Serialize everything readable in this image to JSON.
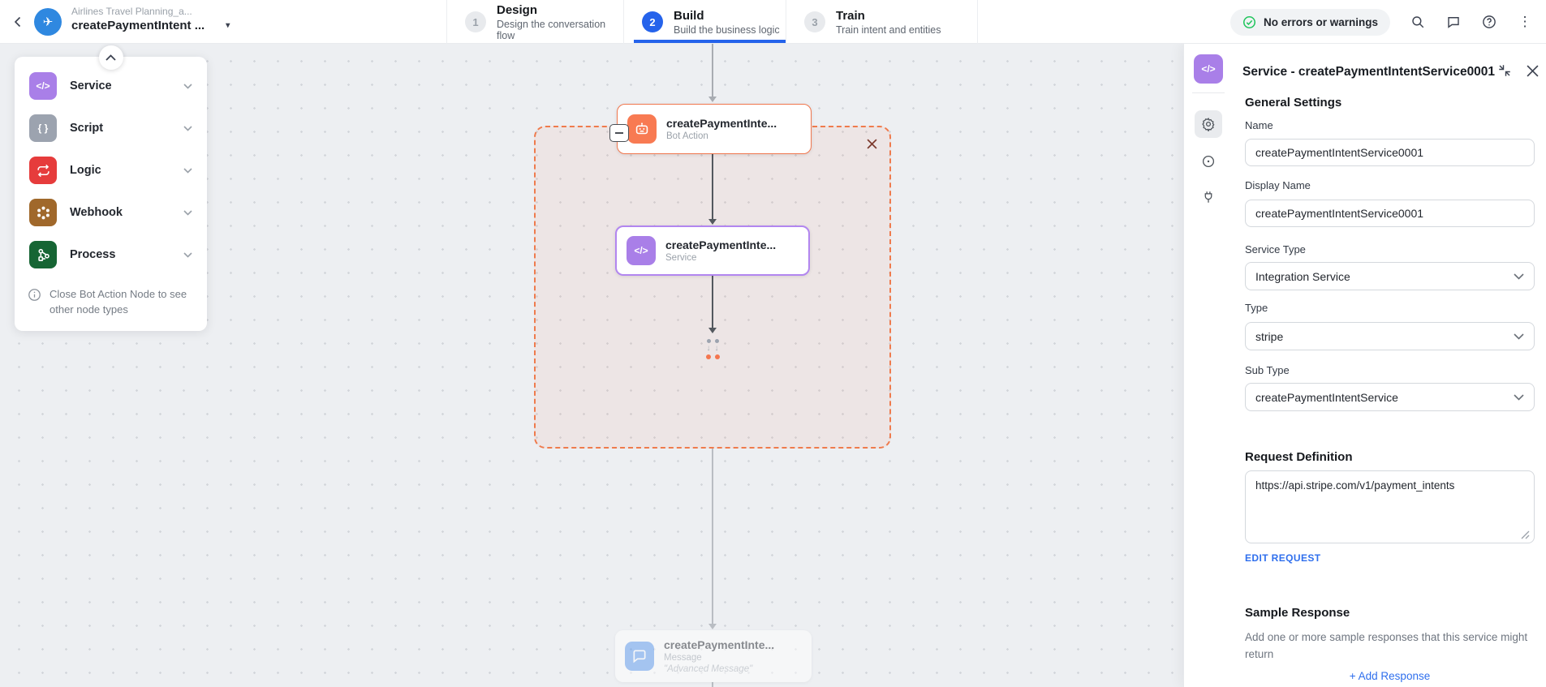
{
  "topbar": {
    "project_name": "Airlines Travel Planning_a...",
    "task_name": "createPaymentIntent ...",
    "tabs": [
      {
        "num": "1",
        "label": "Design",
        "desc": "Design the conversation flow"
      },
      {
        "num": "2",
        "label": "Build",
        "desc": "Build the business logic"
      },
      {
        "num": "3",
        "label": "Train",
        "desc": "Train intent and entities"
      }
    ],
    "active_tab": "Build",
    "status_badge": "No errors or warnings"
  },
  "palette": {
    "items": [
      {
        "label": "Service",
        "glyph": "</>",
        "color": "#a97fe8"
      },
      {
        "label": "Script",
        "glyph": "{ }",
        "color": "#9ca3af"
      },
      {
        "label": "Logic",
        "color": "#e63c3c"
      },
      {
        "label": "Webhook",
        "color": "#a0682b"
      },
      {
        "label": "Process",
        "color": "#166534"
      }
    ],
    "note": "Close Bot Action Node to see other node types"
  },
  "canvas": {
    "bot_action_node": {
      "title": "createPaymentInte...",
      "subtitle": "Bot Action"
    },
    "service_node": {
      "title": "createPaymentInte...",
      "subtitle": "Service"
    },
    "message_node": {
      "title": "createPaymentInte...",
      "subtitle": "Message",
      "quote": "\"Advanced Message\""
    }
  },
  "panel": {
    "title": "Service - createPaymentIntentService0001",
    "general_heading": "General Settings",
    "name_label": "Name",
    "name_value": "createPaymentIntentService0001",
    "display_name_label": "Display Name",
    "display_name_value": "createPaymentIntentService0001",
    "service_type_label": "Service Type",
    "service_type_value": "Integration Service",
    "type_label": "Type",
    "type_value": "stripe",
    "sub_type_label": "Sub Type",
    "sub_type_value": "createPaymentIntentService",
    "request_heading": "Request Definition",
    "request_url": "https://api.stripe.com/v1/payment_intents",
    "edit_request_label": "EDIT REQUEST",
    "sample_heading": "Sample Response",
    "sample_desc": "Add one or more sample responses that this service might return",
    "add_response_label": "+ Add Response"
  },
  "colors": {
    "accent_blue": "#2563eb",
    "canvas_bg": "#edeff2",
    "bot_action_orange": "#f0774e",
    "region_fill": "#fdeee8",
    "service_purple": "#a97fe8",
    "message_blue": "#5d9bf0",
    "success_green": "#22c55e",
    "link_blue": "#2f6fed"
  }
}
